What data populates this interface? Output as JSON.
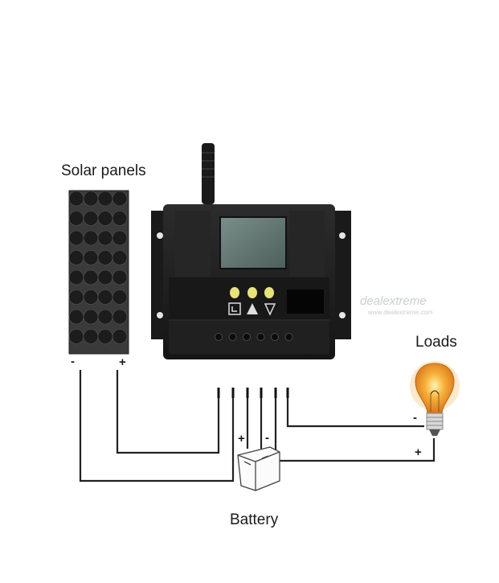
{
  "labels": {
    "solar_panels": "Solar panels",
    "loads": "Loads",
    "battery": "Battery",
    "solar_minus": "-",
    "solar_plus": "+",
    "battery_plus": "+",
    "battery_minus": "-",
    "load_minus": "-",
    "load_plus": "+"
  },
  "watermark": {
    "text": "dealextreme",
    "sub": "www.dealextreme.com"
  },
  "colors": {
    "panel_cell": "#1c1c1c",
    "panel_bg": "#3a3a3a",
    "controller_body": "#1f1f1f",
    "lcd": "#5f7470",
    "indicator_led": "#e8e27a",
    "wire": "#222222",
    "bulb_glow": "#f4a431"
  },
  "icons": {
    "controller_buttons": [
      "solar-icon",
      "battery-warning-icon",
      "load-icon"
    ]
  }
}
